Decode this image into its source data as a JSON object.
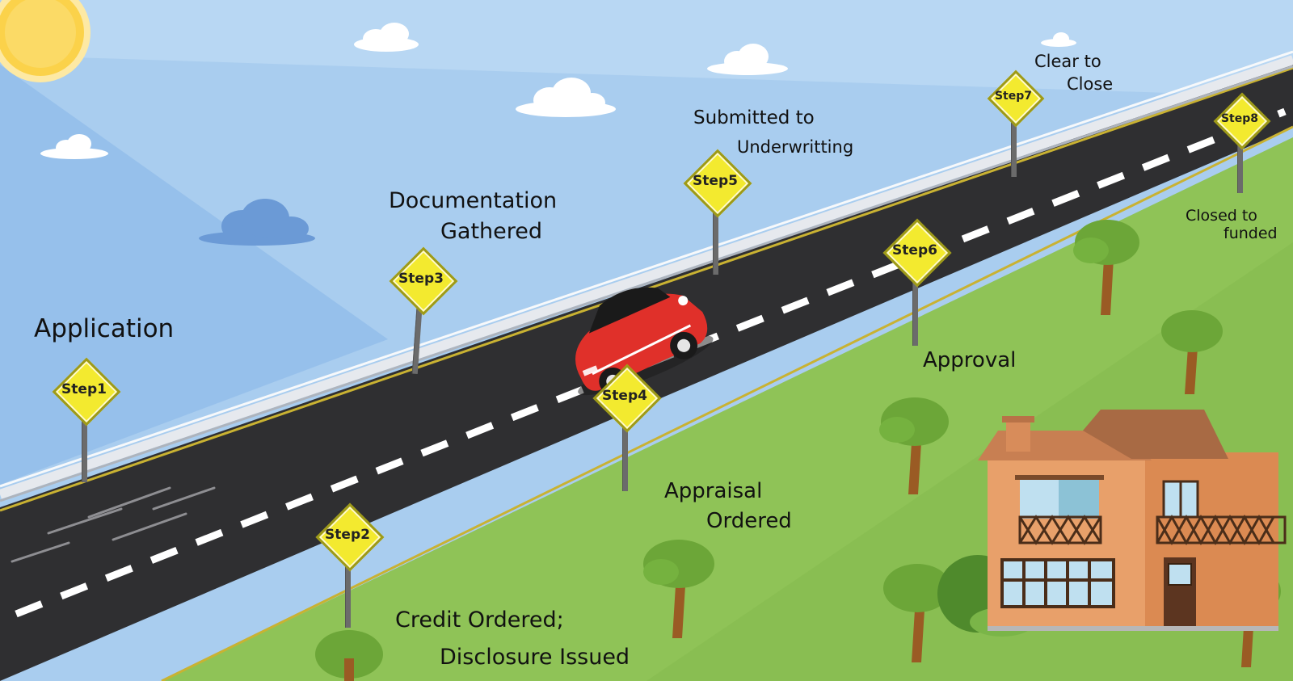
{
  "steps": [
    {
      "label": "Step1",
      "caption": [
        "Application"
      ]
    },
    {
      "label": "Step2",
      "caption": [
        "Credit Ordered;",
        "Disclosure Issued"
      ]
    },
    {
      "label": "Step3",
      "caption": [
        "Documentation",
        "Gathered"
      ]
    },
    {
      "label": "Step4",
      "caption": [
        "Appraisal",
        "Ordered"
      ]
    },
    {
      "label": "Step5",
      "caption": [
        "Submitted to",
        "Underwritting"
      ]
    },
    {
      "label": "Step6",
      "caption": [
        "Approval"
      ]
    },
    {
      "label": "Step7",
      "caption": [
        "Clear to",
        "Close"
      ]
    },
    {
      "label": "Step8",
      "caption": [
        "Closed to",
        "funded"
      ]
    }
  ],
  "colors": {
    "sky": "#a9cdef",
    "grass": "#8fc357",
    "road": "#2f2f31",
    "sign": "#f3ea2f",
    "car": "#e0302a",
    "sun": "#fbd24a"
  }
}
